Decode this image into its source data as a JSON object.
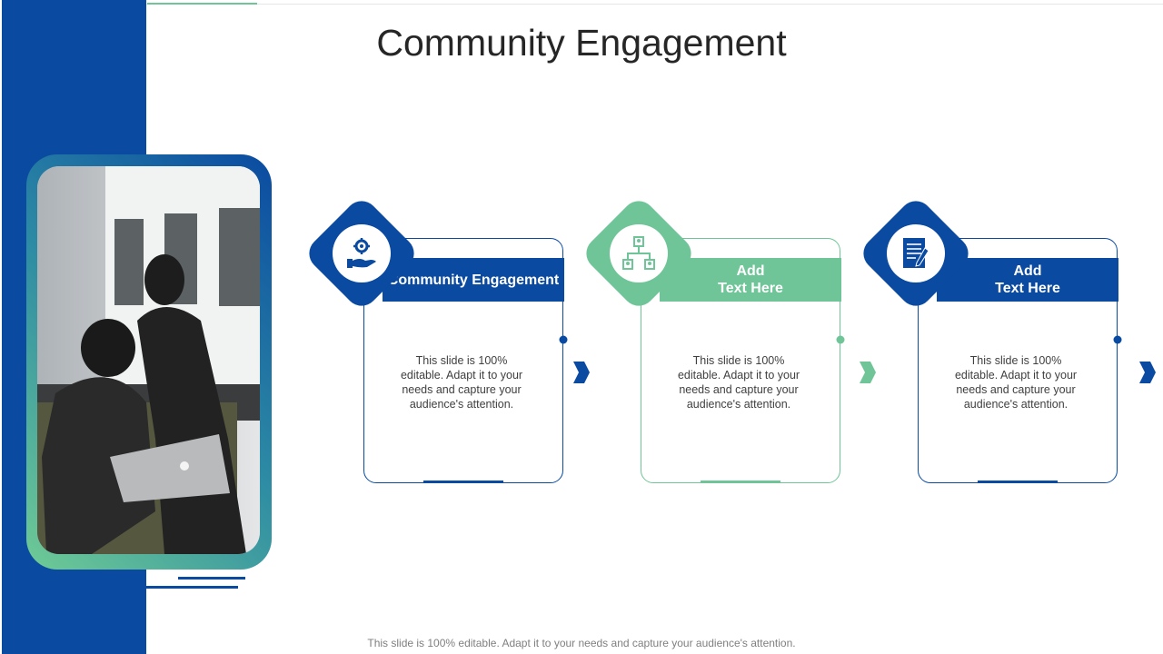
{
  "title": "Community Engagement",
  "footer": "This slide is 100% editable. Adapt it to your needs and capture your audience's attention.",
  "colors": {
    "blue": "#0a4aa1",
    "green": "#6fc597",
    "title": "#262626"
  },
  "photo": {
    "icon": "photo-two-women-laptop"
  },
  "cards": [
    {
      "header": "Community Engagement",
      "body": "This slide is 100% editable. Adapt it to your needs and capture your audience's attention.",
      "icon": "hand-gear-icon",
      "color": "#0a4aa1"
    },
    {
      "header_line1": "Add",
      "header_line2": "Text Here",
      "body": "This slide is 100% editable. Adapt it to your needs and capture your audience's attention.",
      "icon": "org-chart-icon",
      "color": "#6fc597"
    },
    {
      "header_line1": "Add",
      "header_line2": "Text Here",
      "body": "This slide is 100% editable. Adapt it to your needs and capture your audience's attention.",
      "icon": "document-pen-icon",
      "color": "#0a4aa1"
    }
  ]
}
